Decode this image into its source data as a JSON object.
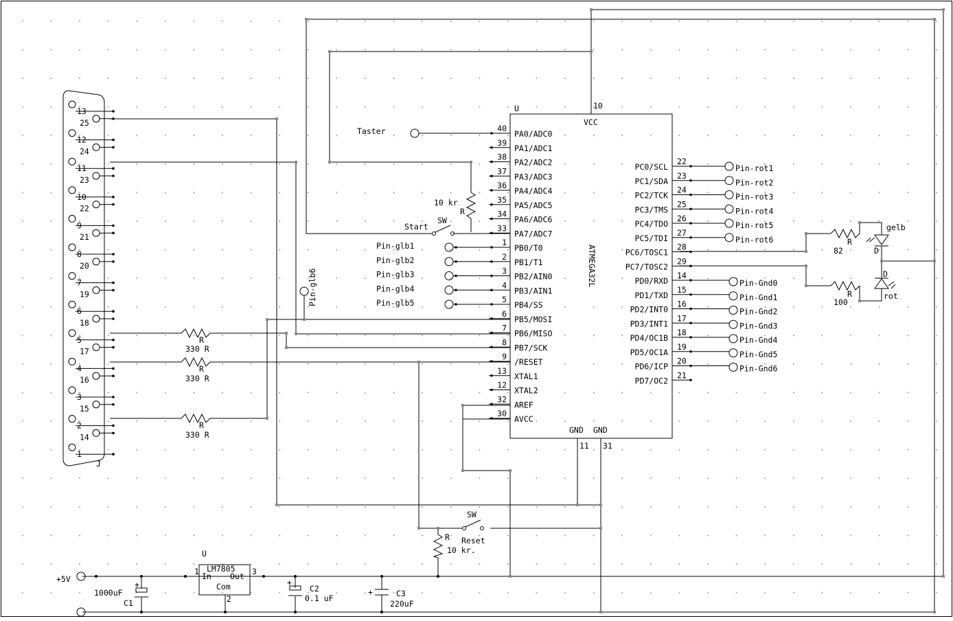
{
  "frame": {
    "border_color": "#000000",
    "wire_color": "#000000"
  },
  "connector_j": {
    "ref": "J",
    "left_pins": [
      "13",
      "12",
      "11",
      "10",
      "9",
      "8",
      "7",
      "6",
      "5",
      "4",
      "3",
      "2",
      "1"
    ],
    "right_pins": [
      "25",
      "24",
      "23",
      "22",
      "21",
      "20",
      "19",
      "18",
      "17",
      "16",
      "15",
      "14"
    ]
  },
  "mcu": {
    "ref": "U",
    "part": "ATMEGA32L",
    "vcc_label": "VCC",
    "vcc_pin": "10",
    "gnd_labels": [
      "GND",
      "GND"
    ],
    "gnd_pins": [
      "11",
      "31"
    ],
    "left_pins": [
      {
        "num": "40",
        "name": "PA0/ADC0"
      },
      {
        "num": "39",
        "name": "PA1/ADC1"
      },
      {
        "num": "38",
        "name": "PA2/ADC2"
      },
      {
        "num": "37",
        "name": "PA3/ADC3"
      },
      {
        "num": "36",
        "name": "PA4/ADC4"
      },
      {
        "num": "35",
        "name": "PA5/ADC5"
      },
      {
        "num": "34",
        "name": "PA6/ADC6"
      },
      {
        "num": "33",
        "name": "PA7/ADC7"
      },
      {
        "num": "1",
        "name": "PB0/T0"
      },
      {
        "num": "2",
        "name": "PB1/T1"
      },
      {
        "num": "3",
        "name": "PB2/AIN0"
      },
      {
        "num": "4",
        "name": "PB3/AIN1"
      },
      {
        "num": "5",
        "name": "PB4/SS"
      },
      {
        "num": "6",
        "name": "PB5/MOSI"
      },
      {
        "num": "7",
        "name": "PB6/MISO"
      },
      {
        "num": "8",
        "name": "PB7/SCK"
      },
      {
        "num": "9",
        "name": "/RESET"
      },
      {
        "num": "13",
        "name": "XTAL1"
      },
      {
        "num": "12",
        "name": "XTAL2"
      },
      {
        "num": "32",
        "name": "AREF"
      },
      {
        "num": "30",
        "name": "AVCC"
      }
    ],
    "right_pins": [
      {
        "num": "22",
        "name": "PC0/SCL"
      },
      {
        "num": "23",
        "name": "PC1/SDA"
      },
      {
        "num": "24",
        "name": "PC2/TCK"
      },
      {
        "num": "25",
        "name": "PC3/TMS"
      },
      {
        "num": "26",
        "name": "PC4/TDO"
      },
      {
        "num": "27",
        "name": "PC5/TDI"
      },
      {
        "num": "28",
        "name": "PC6/TOSC1"
      },
      {
        "num": "29",
        "name": "PC7/TOSC2"
      },
      {
        "num": "14",
        "name": "PD0/RXD"
      },
      {
        "num": "15",
        "name": "PD1/TXD"
      },
      {
        "num": "16",
        "name": "PD2/INT0"
      },
      {
        "num": "17",
        "name": "PD3/INT1"
      },
      {
        "num": "18",
        "name": "PD4/OC1B"
      },
      {
        "num": "19",
        "name": "PD5/OC1A"
      },
      {
        "num": "20",
        "name": "PD6/ICP"
      },
      {
        "num": "21",
        "name": "PD7/OC2"
      }
    ]
  },
  "ports": {
    "pin_rot": [
      "Pin-rot1",
      "Pin-rot2",
      "Pin-rot3",
      "Pin-rot4",
      "Pin-rot5",
      "Pin-rot6"
    ],
    "pin_gnd": [
      "Pin-Gnd0",
      "Pin-Gnd1",
      "Pin-Gnd2",
      "Pin-Gnd3",
      "Pin-Gnd4",
      "Pin-Gnd5",
      "Pin-Gnd6"
    ],
    "pin_glb": [
      "Pin-glb1",
      "Pin-glb2",
      "Pin-glb3",
      "Pin-glb4",
      "Pin-glb5"
    ],
    "pin_glb6": "Pin-glb6",
    "taster": "Taster",
    "plus5v": "+5V"
  },
  "switches": {
    "start": {
      "ref": "SW",
      "label": "Start"
    },
    "reset": {
      "ref": "SW",
      "label": "Reset"
    }
  },
  "resistors": {
    "r_start": {
      "ref": "R",
      "value": "10 kr"
    },
    "r_330a": {
      "ref": "R",
      "value": "330 R"
    },
    "r_330b": {
      "ref": "R",
      "value": "330 R"
    },
    "r_330c": {
      "ref": "R",
      "value": "330 R"
    },
    "r_82": {
      "ref": "R",
      "value": "82"
    },
    "r_100": {
      "ref": "R",
      "value": "100"
    },
    "r_reset": {
      "ref": "R",
      "value": "10 kr."
    }
  },
  "leds": {
    "gelb": {
      "ref": "D",
      "label": "gelb"
    },
    "rot": {
      "ref": "D",
      "label": "rot"
    }
  },
  "regulator": {
    "ref": "U",
    "part": "LM7805",
    "in": "In",
    "out": "Out",
    "com": "Com",
    "pin_in": "1",
    "pin_out": "3",
    "pin_com": "2"
  },
  "capacitors": {
    "c1": {
      "ref": "C1",
      "value": "1000uF"
    },
    "c2": {
      "ref": "C2",
      "value": "0.1 uF"
    },
    "c3": {
      "ref": "C3",
      "value": "220uF"
    }
  }
}
